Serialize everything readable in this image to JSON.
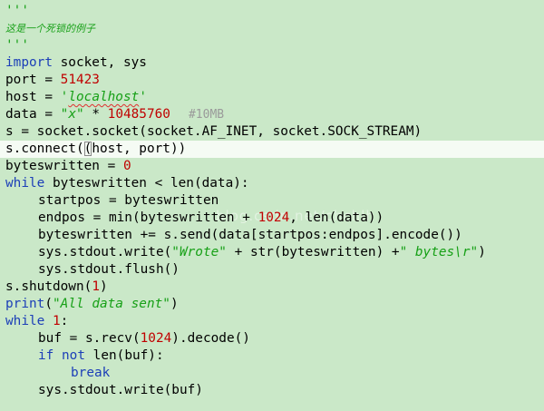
{
  "editor": {
    "watermark": "blog.csdn.net/chchlh",
    "colors": {
      "background": "#cae8c8",
      "current_line": "#f5fbf4",
      "keyword": "#1c3fb8",
      "number": "#c00000",
      "string": "#17a017",
      "comment": "#9a9a9a"
    },
    "lines": {
      "l1": {
        "doc": "'''"
      },
      "l2": {
        "doc": "这是一个死锁的例子"
      },
      "l3": {
        "doc": "'''"
      },
      "l4": {
        "kw": "import",
        "rest": " socket, sys"
      },
      "l5": {
        "pre": "port = ",
        "num": "51423"
      },
      "l6": {
        "pre": "host = ",
        "q1": "'",
        "word": "localhost",
        "q2": "'"
      },
      "l7": {
        "pre": "data = ",
        "str": "\"x\"",
        "mid": " * ",
        "num": "10485760",
        "cmt": "#10MB"
      },
      "l8": {
        "text": "s = socket.socket(socket.AF_INET, socket.SOCK_STREAM)"
      },
      "l9": {
        "pre": "s.connect(",
        "paren": "(",
        "post": "host, port))"
      },
      "l10": {
        "pre": "byteswritten = ",
        "num": "0"
      },
      "l11": {
        "kw": "while",
        "rest": " byteswritten < len(data):"
      },
      "l12": {
        "text": "startpos = byteswritten"
      },
      "l13": {
        "pre": "endpos = min(byteswritten + ",
        "num": "1024",
        "post": ", len(data))"
      },
      "l14": {
        "text": "byteswritten += s.send(data[startpos:endpos].encode())"
      },
      "l15": {
        "pre": "sys.stdout.write(",
        "str1": "\"Wrote\"",
        "mid": " + str(byteswritten) +",
        "str2": "\" bytes\\r\"",
        "post": ")"
      },
      "l16": {
        "text": "sys.stdout.flush()"
      },
      "l17": {
        "pre": "s.shutdown(",
        "num": "1",
        "post": ")"
      },
      "l18": {
        "kw": "print",
        "pre": "(",
        "str": "\"All data sent\"",
        "post": ")"
      },
      "l19": {
        "kw": "while",
        "sp": " ",
        "num": "1",
        "post": ":"
      },
      "l20": {
        "pre": "buf = s.recv(",
        "num": "1024",
        "post": ").decode()"
      },
      "l21": {
        "kw1": "if",
        "sp1": " ",
        "kw2": "not",
        "rest": " len(buf):"
      },
      "l22": {
        "kw": "break"
      },
      "l23": {
        "text": "sys.stdout.write(buf)"
      }
    }
  }
}
